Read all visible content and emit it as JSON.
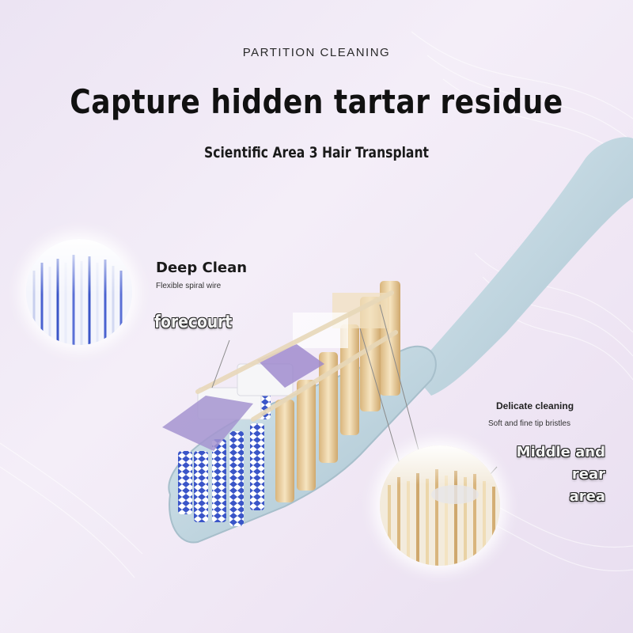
{
  "header": {
    "eyebrow": "PARTITION CLEANING",
    "headline": "Capture hidden tartar residue",
    "subhead": "Scientific Area 3 Hair Transplant"
  },
  "callouts": {
    "deep_clean": {
      "title": "Deep Clean",
      "subtitle": "Flexible spiral wire"
    },
    "front_zone": {
      "label": "forecourt"
    },
    "delicate": {
      "title": "Delicate cleaning",
      "subtitle": "Soft and fine tip bristles"
    },
    "rear_zone": {
      "line1": "Middle and rear",
      "line2": "area"
    }
  },
  "colors": {
    "background": "#efe7f4",
    "handle": "#c9dde7",
    "front_bristle_blue": "#3a55c8",
    "rear_bristle_wood": "#e8cf9e",
    "lavender_tuft_cap": "#a594d0"
  },
  "icons": [
    "toothbrush-illustration",
    "bristle-closeup-blue",
    "bristle-closeup-wood"
  ]
}
